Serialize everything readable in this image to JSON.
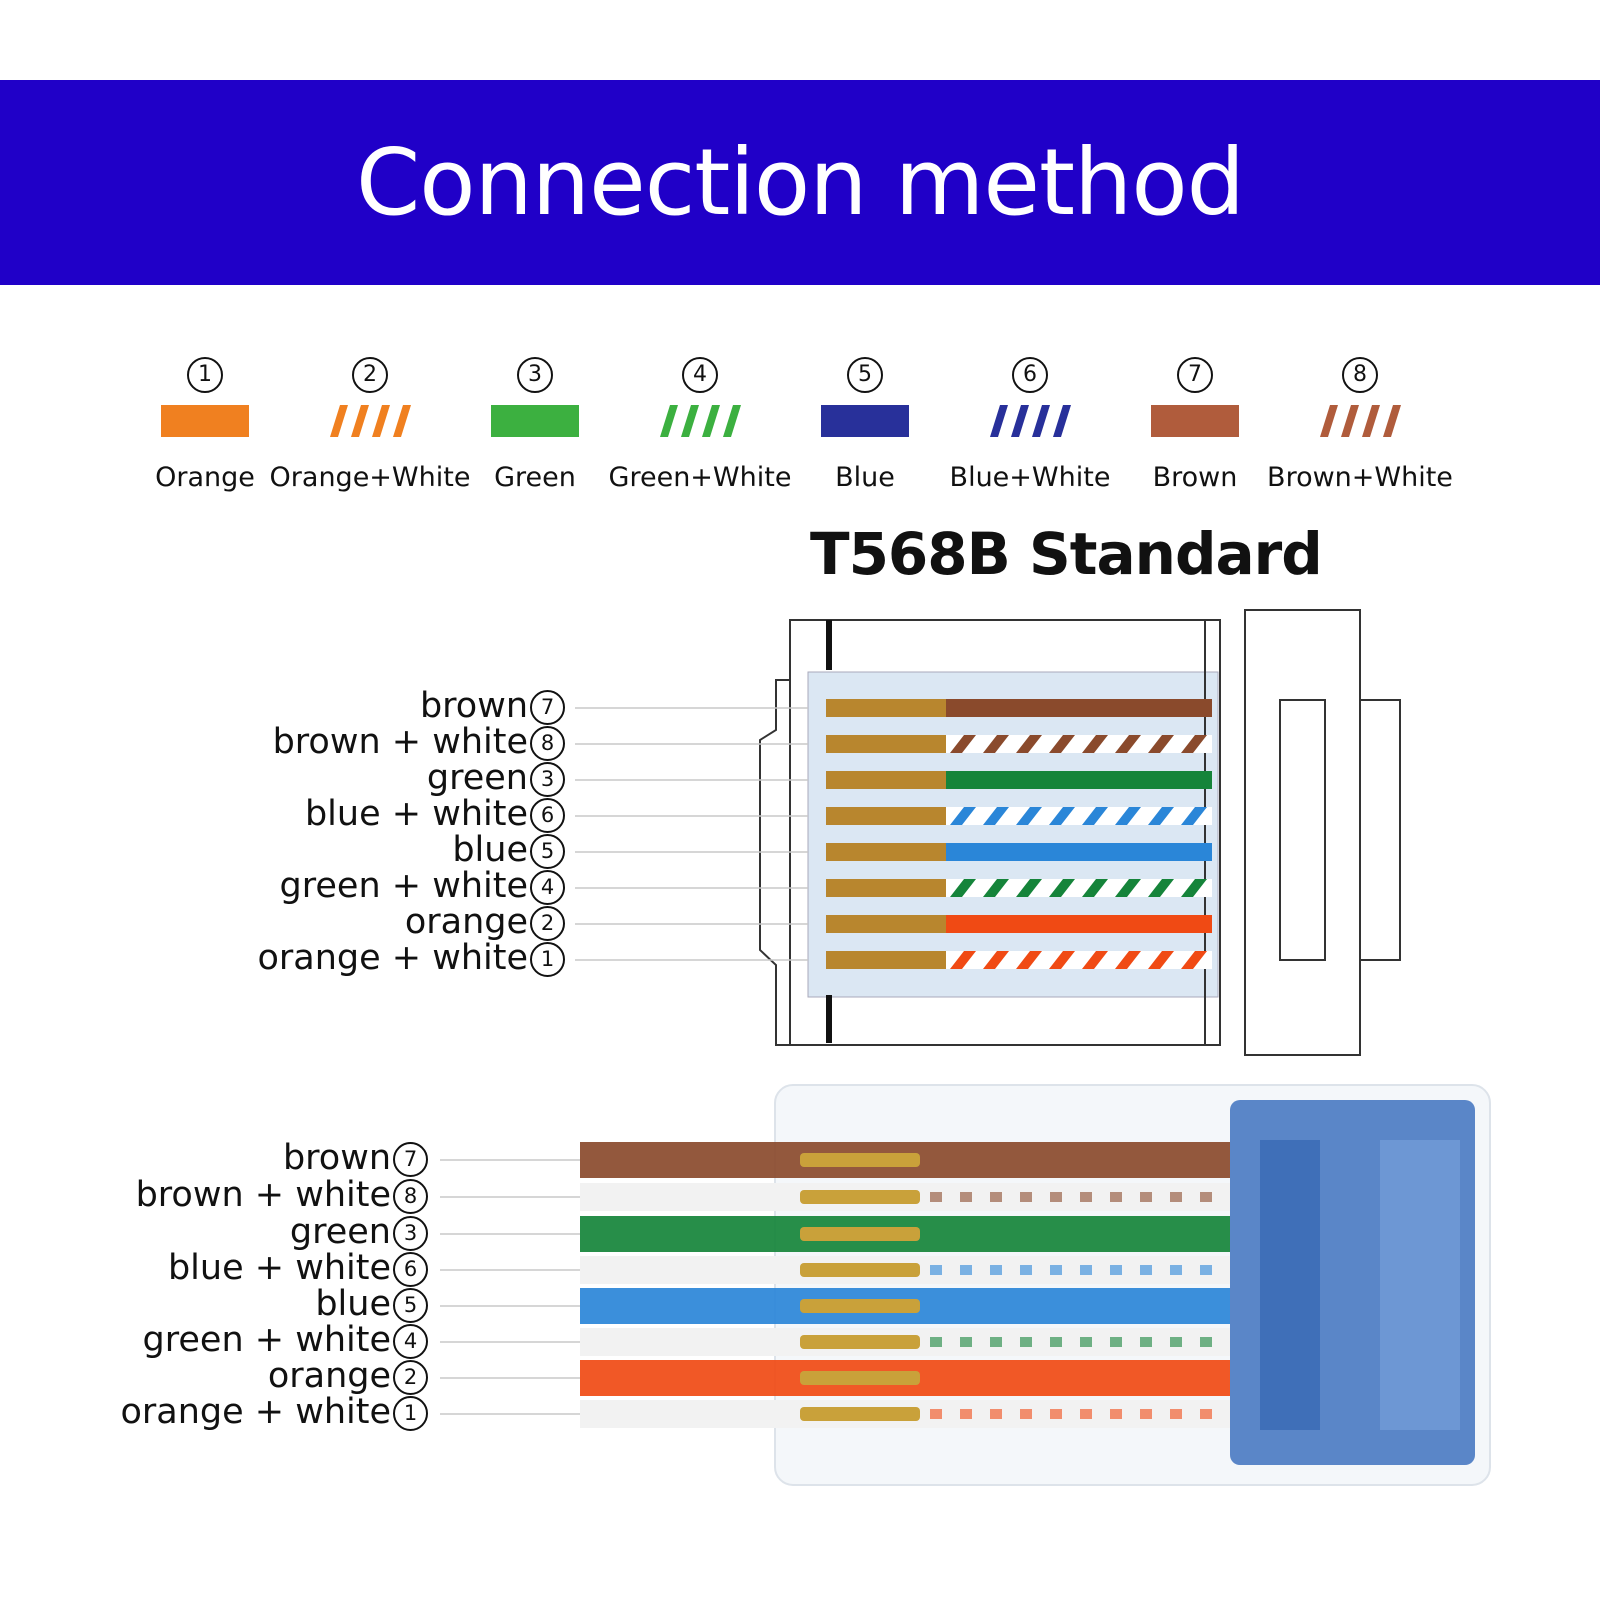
{
  "banner": {
    "title": "Connection method",
    "color": "#2000c8"
  },
  "legend": [
    {
      "number": "1",
      "label": "Orange",
      "color": "#f08020",
      "striped": false
    },
    {
      "number": "2",
      "label": "Orange+White",
      "color": "#f08020",
      "striped": true
    },
    {
      "number": "3",
      "label": "Green",
      "color": "#3cb040",
      "striped": false
    },
    {
      "number": "4",
      "label": "Green+White",
      "color": "#3cb040",
      "striped": true
    },
    {
      "number": "5",
      "label": "Blue",
      "color": "#28309a",
      "striped": false
    },
    {
      "number": "6",
      "label": "Blue+White",
      "color": "#28309a",
      "striped": true
    },
    {
      "number": "7",
      "label": "Brown",
      "color": "#b05c3c",
      "striped": false
    },
    {
      "number": "8",
      "label": "Brown+White",
      "color": "#b05c3c",
      "striped": true
    }
  ],
  "standard_title": "T568B Standard",
  "wires": [
    {
      "name": "brown",
      "number": "7",
      "color": "#8a4a2c",
      "striped": false
    },
    {
      "name": "brown + white",
      "number": "8",
      "color": "#8a4a2c",
      "striped": true
    },
    {
      "name": "green",
      "number": "3",
      "color": "#15843a",
      "striped": false
    },
    {
      "name": "blue + white",
      "number": "6",
      "color": "#2a86d8",
      "striped": true
    },
    {
      "name": "blue",
      "number": "5",
      "color": "#2a86d8",
      "striped": false
    },
    {
      "name": "green + white",
      "number": "4",
      "color": "#15843a",
      "striped": true
    },
    {
      "name": "orange",
      "number": "2",
      "color": "#f04a14",
      "striped": false
    },
    {
      "name": "orange + white",
      "number": "1",
      "color": "#f04a14",
      "striped": true
    }
  ]
}
